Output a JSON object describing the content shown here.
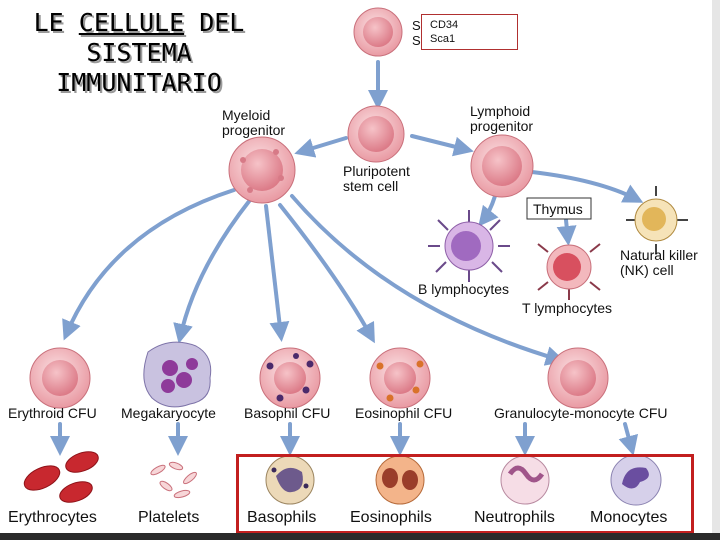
{
  "slide": {
    "title_part1": "LE ",
    "title_underlined": "CELLULE",
    "title_part2": " DEL",
    "title_line2": "SISTEMA",
    "title_line3": "IMMUNITARIO"
  },
  "markers": {
    "line1": "CD34",
    "line2": "Sca1",
    "hidden_prefix_1": "S",
    "hidden_prefix_2": "S"
  },
  "labels": {
    "myeloid_1": "Myeloid",
    "myeloid_2": "progenitor",
    "lymphoid_1": "Lymphoid",
    "lymphoid_2": "progenitor",
    "pluri_1": "Pluripotent",
    "pluri_2": "stem cell",
    "thymus": "Thymus",
    "nk_1": "Natural killer",
    "nk_2": "(NK) cell",
    "b_lymph": "B lymphocytes",
    "t_lymph": "T lymphocytes",
    "erythroid_cfu": "Erythroid CFU",
    "megakaryocyte": "Megakaryocyte",
    "basophil_cfu": "Basophil CFU",
    "eosinophil_cfu": "Eosinophil CFU",
    "gm_cfu": "Granulocyte-monocyte CFU",
    "erythrocytes": "Erythrocytes",
    "platelets": "Platelets",
    "basophils": "Basophils",
    "eosinophils": "Eosinophils",
    "neutrophils": "Neutrophils",
    "monocytes": "Monocytes"
  },
  "colors": {
    "arrow": "#7fa0cf",
    "cell_fill": "#f2bcc0",
    "nucleus": "#e38c98",
    "highlight": "#c21f1f"
  }
}
